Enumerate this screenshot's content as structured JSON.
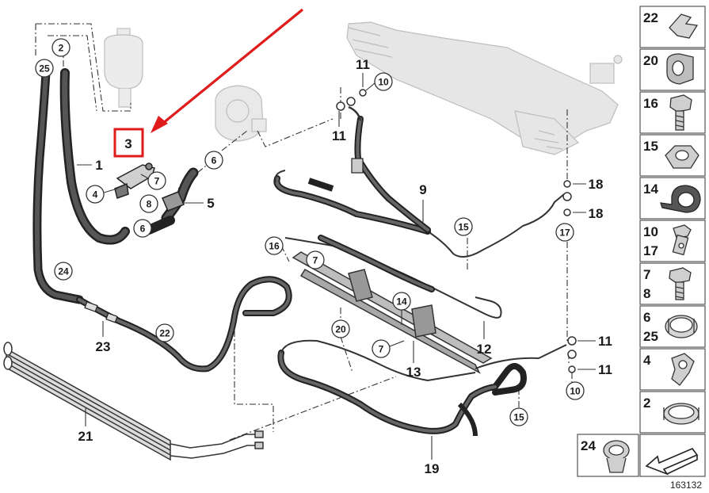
{
  "diagram": {
    "figure_number": "163132",
    "highlight_color": "#e01b1b",
    "callouts": {
      "c1": "1",
      "c2": "2",
      "c3": "3",
      "c4": "4",
      "c5": "5",
      "c6a": "6",
      "c6b": "6",
      "c7a": "7",
      "c7b": "7",
      "c7c": "7",
      "c8": "8",
      "c9": "9",
      "c10a": "10",
      "c10b": "10",
      "c11a": "11",
      "c11b": "11",
      "c11c": "11",
      "c11d": "11",
      "c12": "12",
      "c13": "13",
      "c14": "14",
      "c15a": "15",
      "c15b": "15",
      "c16": "16",
      "c17": "17",
      "c18a": "18",
      "c18b": "18",
      "c19": "19",
      "c20": "20",
      "c21": "21",
      "c22": "22",
      "c23": "23",
      "c24": "24",
      "c25": "25"
    },
    "legend": [
      {
        "label": "22",
        "icon": "clamp-bracket-icon"
      },
      {
        "label": "20",
        "icon": "rubber-sleeve-icon"
      },
      {
        "label": "16",
        "icon": "hex-bolt-icon"
      },
      {
        "label": "15",
        "icon": "hex-nut-icon"
      },
      {
        "label": "14",
        "icon": "p-clip-icon"
      },
      {
        "label": "10\n17",
        "icon": "banjo-bolt-icon"
      },
      {
        "label": "7\n8",
        "icon": "hex-bolt-icon"
      },
      {
        "label": "6\n25",
        "icon": "hose-clamp-icon"
      },
      {
        "label": "4",
        "icon": "clip-icon"
      },
      {
        "label": "2",
        "icon": "hose-clamp-icon"
      },
      {
        "label": "24",
        "icon": "grommet-icon"
      },
      {
        "label": "",
        "icon": "arrow-marker-icon"
      }
    ]
  }
}
